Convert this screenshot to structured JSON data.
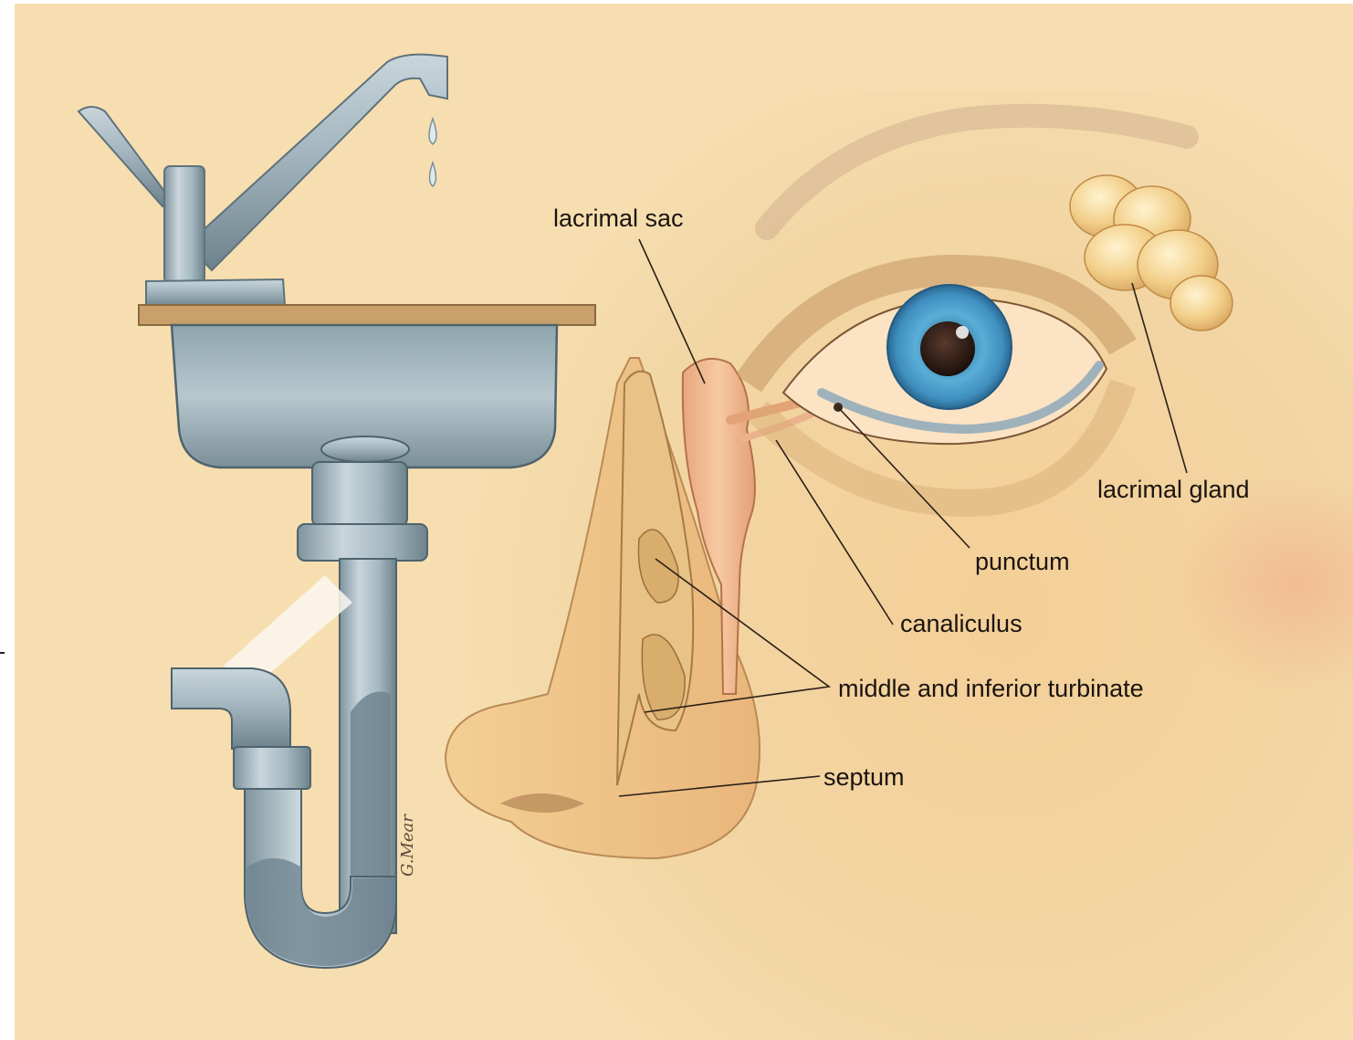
{
  "labels": {
    "lacrimal_sac": "lacrimal sac",
    "lacrimal_gland": "lacrimal gland",
    "punctum": "punctum",
    "canaliculus": "canaliculus",
    "turbinate": "middle and inferior turbinate",
    "septum": "septum"
  },
  "signature": "G.Mear",
  "colors": {
    "background": "#f6deb0",
    "skin": "#f0c98e",
    "metal": "#a9bcc4",
    "iris": "#4f9fc8",
    "counter": "#c9a06a"
  }
}
